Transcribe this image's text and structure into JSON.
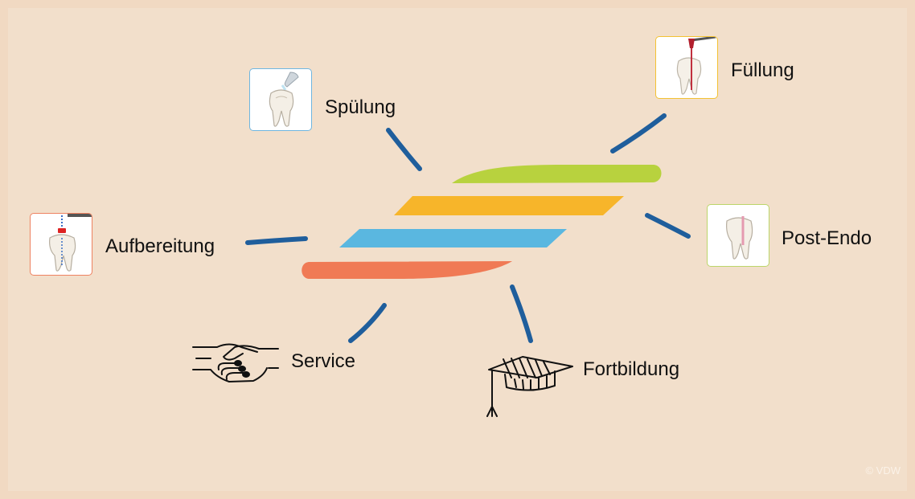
{
  "labels": {
    "spuelung": "Spülung",
    "fuellung": "Füllung",
    "aufbereitung": "Aufbereitung",
    "post_endo": "Post-Endo",
    "service": "Service",
    "fortbildung": "Fortbildung"
  },
  "copyright": "© VDW",
  "colors": {
    "background": "#f2dfcb",
    "connector": "#1f5e9c",
    "band_green": "#b8d23e",
    "band_yellow": "#f7b52a",
    "band_blue": "#5ab7e0",
    "band_orange": "#f07a55",
    "tile_spuelung_border": "#6fb6e0",
    "tile_fuellung_border": "#f3c233",
    "tile_aufbereitung_border": "#ee8261",
    "tile_post_endo_border": "#bcd56a"
  },
  "icons": {
    "spuelung": "tooth-irrigation-icon",
    "fuellung": "tooth-filling-icon",
    "aufbereitung": "tooth-file-icon",
    "post_endo": "tooth-post-icon",
    "service": "handshake-icon",
    "fortbildung": "graduation-cap-icon"
  }
}
